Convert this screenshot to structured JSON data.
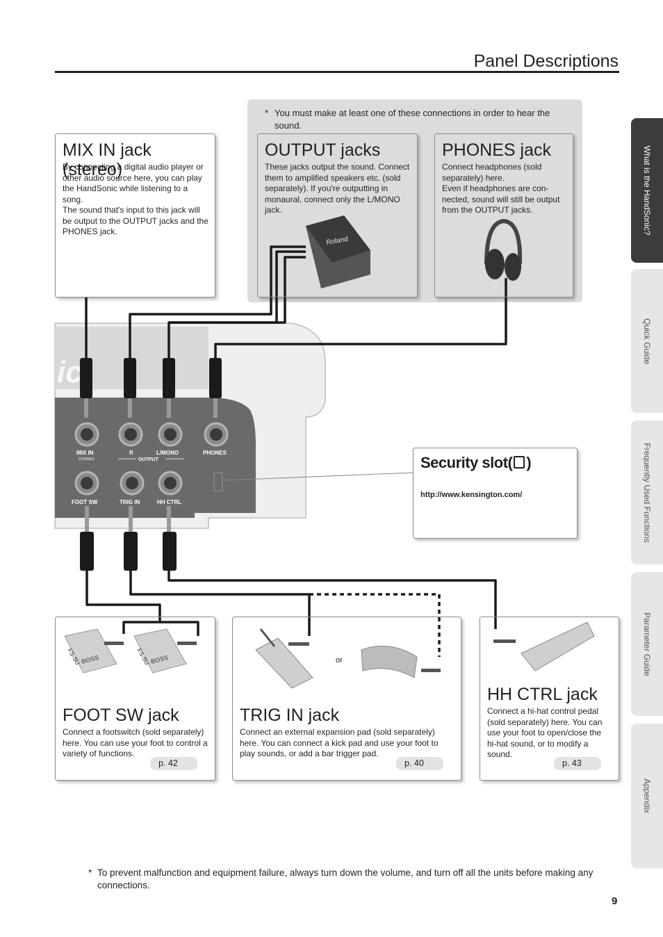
{
  "header": {
    "title": "Panel Descriptions"
  },
  "top_note": {
    "asterisk": "*",
    "text": "You must make at least one of these connections in order to hear the sound."
  },
  "cards": {
    "mix_in": {
      "title": "MIX IN jack (stereo)",
      "body": "By connecting a digital audio player or other audio source here, you can play the HandSonic while listening to a song.\nThe sound that's input to this jack will be output to the OUTPUT jacks and the PHONES jack."
    },
    "output": {
      "title": "OUTPUT jacks",
      "body": "These jacks output the sound. Connect them to amplified speakers etc. (sold separately). If you're outputting in monaural, connect only the L/MONO jack."
    },
    "phones": {
      "title": "PHONES jack",
      "body": "Connect headphones (sold separately) here.\nEven if headphones are con-nected, sound will still be output from the OUTPUT jacks."
    },
    "security": {
      "title": "Security slot(",
      "title_end": ")",
      "url": "http://www.kensington.com/"
    },
    "foot_sw": {
      "title": "FOOT SW jack",
      "body": "Connect a footswitch (sold separately) here. You can use your foot to control a variety of functions.",
      "page": "p. 42"
    },
    "trig_in": {
      "title": "TRIG IN jack",
      "body": "Connect an external expansion pad (sold separately) here. You can connect a kick pad and use your foot to play sounds, or add a bar trigger pad.",
      "page": "p. 40",
      "or": "or"
    },
    "hh_ctrl": {
      "title": "HH CTRL jack",
      "body": "Connect a hi-hat control pedal (sold separately) here. You can use your foot to open/close the hi-hat sound, or to modify a sound.",
      "page": "p. 43"
    }
  },
  "device": {
    "jacks_top": [
      "MIX IN",
      "R",
      "L/MONO",
      "PHONES"
    ],
    "mix_in_sub": "STEREO",
    "output_group": "OUTPUT",
    "jacks_bottom": [
      "FOOT SW",
      "TRIG IN",
      "HH CTRL"
    ],
    "amp_brand": "Roland",
    "footswitch_label": "FS-5U",
    "footswitch_brand": "BOSS"
  },
  "side_tabs": [
    "What is the HandSonic?",
    "Quick Guide",
    "Frequently Used Functions",
    "Parameter Guide",
    "Appendix"
  ],
  "footer": {
    "asterisk": "*",
    "note": "To prevent malfunction and equipment failure, always turn down the volume, and turn off all the units before making any connections.",
    "page_number": "9"
  }
}
